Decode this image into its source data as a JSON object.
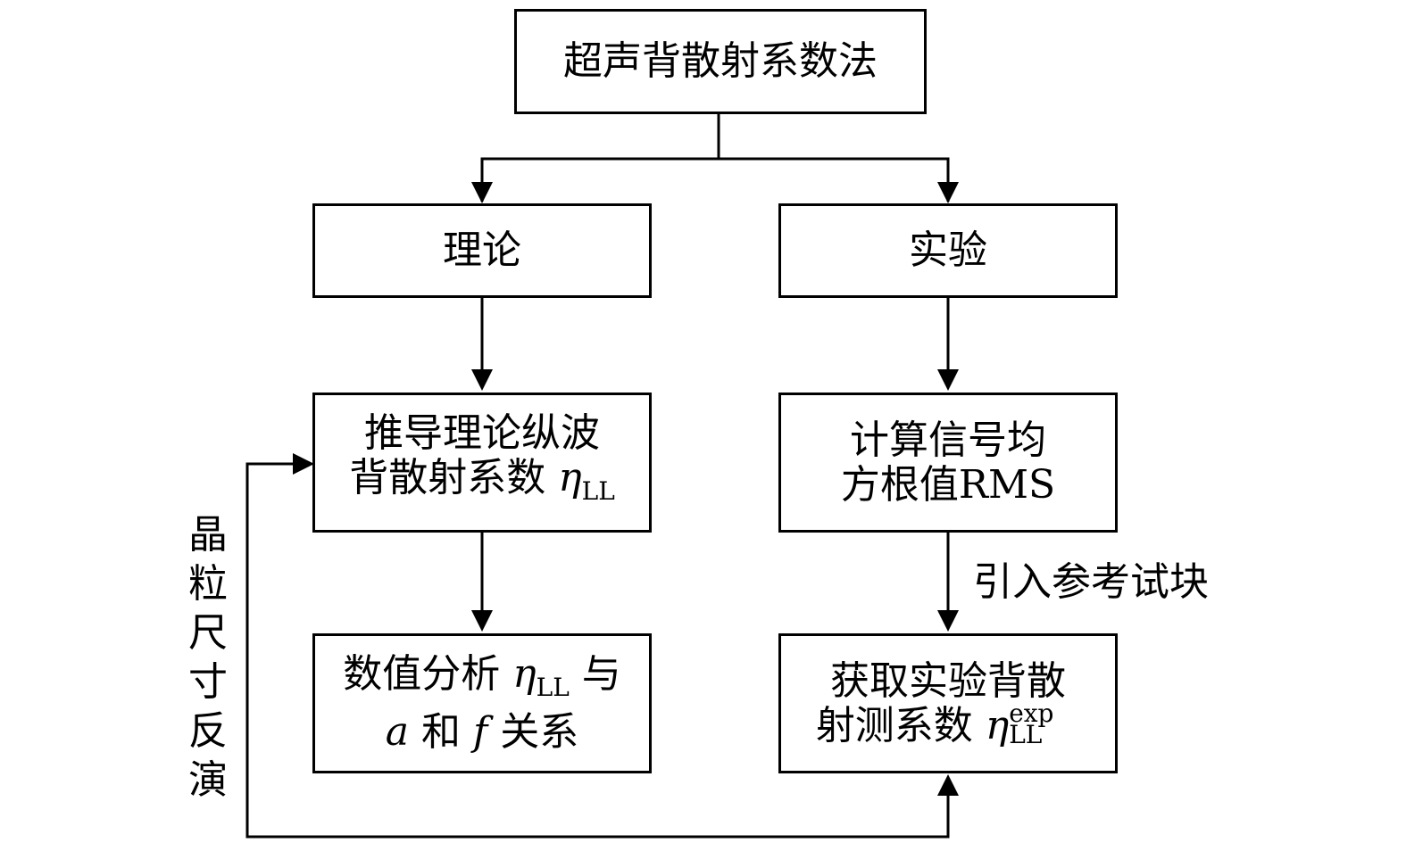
{
  "boxes": {
    "top": {
      "line1": "超声背散射系数法"
    },
    "theory": {
      "line1": "理论"
    },
    "experiment": {
      "line1": "实验"
    },
    "derive": {
      "line1": "推导理论纵波",
      "line2_text": "背散射系数 ",
      "line2_symbol": "η",
      "line2_sub": "LL"
    },
    "rms": {
      "line1": "计算信号均",
      "line2": "方根值RMS"
    },
    "numeric": {
      "line1_text": "数值分析 ",
      "line1_symbol": "η",
      "line1_sub": "LL",
      "line1_after": " 与",
      "line2_var1": "a",
      "line2_mid": " 和 ",
      "line2_var2": "f",
      "line2_after": " 关系"
    },
    "measure": {
      "line1": "获取实验背散",
      "line2_text": "射测系数 ",
      "line2_symbol": "η",
      "line2_sup": "exp",
      "line2_sub": "LL"
    }
  },
  "labels": {
    "reference_block": "引入参考试块",
    "grain_inversion": [
      "晶",
      "粒",
      "尺",
      "寸",
      "反",
      "演"
    ]
  },
  "colors": {
    "stroke": "#000000",
    "background": "#ffffff"
  }
}
